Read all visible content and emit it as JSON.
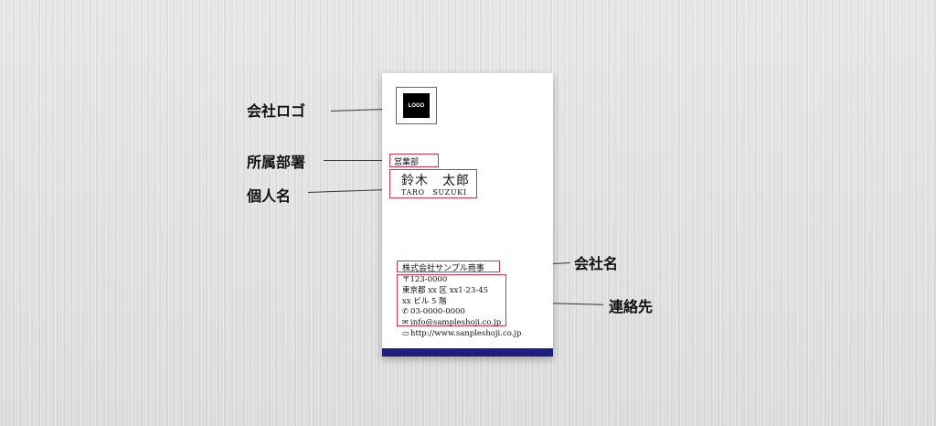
{
  "callouts": {
    "logo": "会社ロゴ",
    "department": "所属部署",
    "person_name": "個人名",
    "company_name": "会社名",
    "contact": "連絡先"
  },
  "card": {
    "logo_text": "LOGO",
    "department": "営業部",
    "name": "鈴木　太郎",
    "name_roman": "TARO　SUZUKI",
    "company": "株式会社サンプル商事",
    "postal": "〒123-0000",
    "address_line1": "東京都 xx 区 xx1-23-45",
    "address_line2": "xx ビル 5 階",
    "phone": "03-0000-0000",
    "email": "info@sampleshoji.co.jp",
    "website": "http://www.sanpleshoji.co.jp",
    "band_color": "#1e1e80",
    "highlight_color": "#d4334f"
  }
}
